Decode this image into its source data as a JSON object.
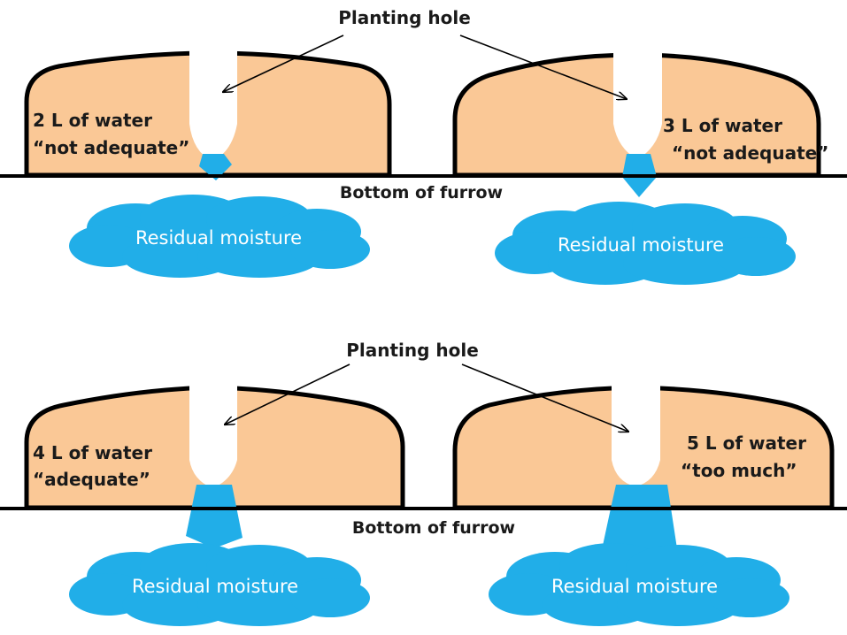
{
  "colors": {
    "ridge_fill": "#fac896",
    "water": "#21aee8",
    "moisture": "#21aee8",
    "outline": "#000000",
    "text": "#1a1a1a",
    "cloud_text": "#ffffff"
  },
  "top_panel": {
    "planting_hole_label": "Planting hole",
    "furrow_label": "Bottom of furrow",
    "left": {
      "water_amount": "2 L of water",
      "assessment": "“not adequate”",
      "moisture_label": "Residual moisture"
    },
    "right": {
      "water_amount": "3 L of water",
      "assessment": "“not adequate”",
      "moisture_label": "Residual moisture"
    }
  },
  "bottom_panel": {
    "planting_hole_label": "Planting hole",
    "furrow_label": "Bottom of furrow",
    "left": {
      "water_amount": "4 L of water",
      "assessment": "“adequate”",
      "moisture_label": "Residual moisture"
    },
    "right": {
      "water_amount": "5 L of water",
      "assessment": "“too much”",
      "moisture_label": "Residual moisture"
    }
  }
}
